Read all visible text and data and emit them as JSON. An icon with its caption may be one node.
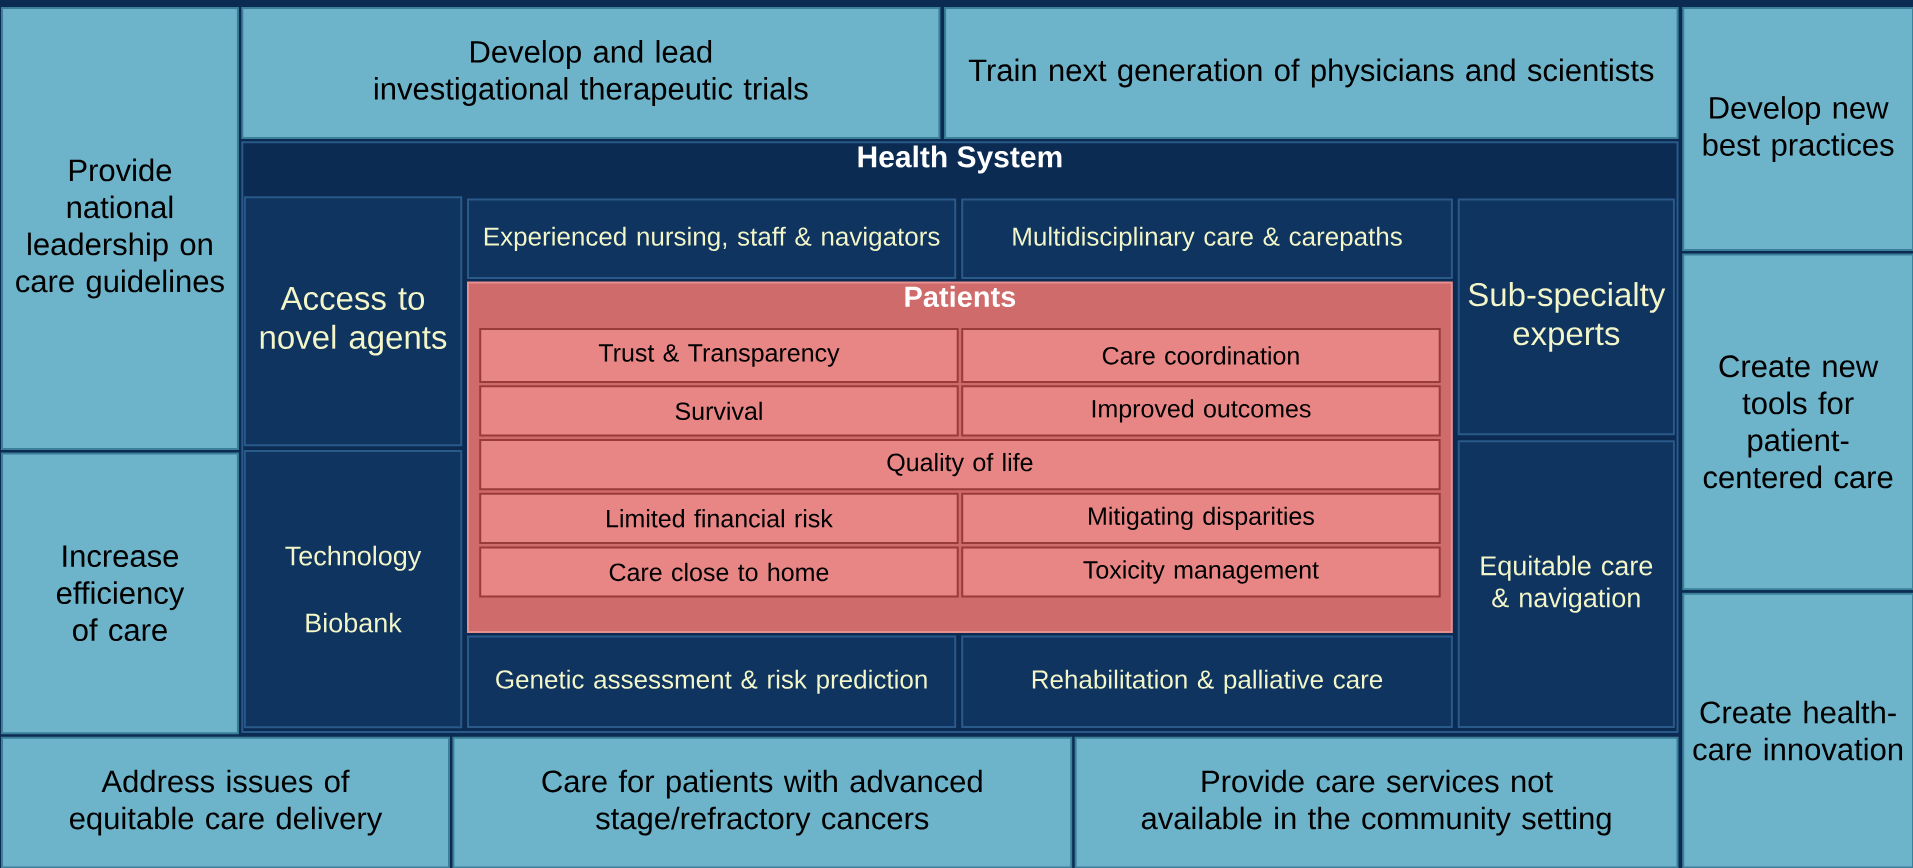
{
  "diagram": {
    "nodes": [
      {
        "text": [
          "Provide national leadership on care guidelines"
        ]
      },
      {
        "text": [
          "Develop and lead investigational therapeutic trials"
        ]
      },
      {
        "text": [
          "Train next generation of physicians and scientists"
        ]
      },
      {
        "text": [
          "Develop new best practices"
        ]
      },
      {
        "text": [
          "Health System"
        ]
      },
      {
        "text": [
          "Access to novel agents"
        ],
        "in": 4
      },
      {
        "text": [
          "Experienced nursing, staff & navigators"
        ],
        "in": 4
      },
      {
        "text": [
          "Multidisciplinary care & carepaths"
        ],
        "in": 4
      },
      {
        "text": [
          "Sub-specialty experts"
        ],
        "in": 4
      },
      {
        "text": [
          "Patients"
        ],
        "in": 4
      },
      {
        "text": [
          "Trust & Transparency"
        ],
        "in": 9
      },
      {
        "text": [
          "Care coordination"
        ],
        "in": 9
      },
      {
        "text": [
          "Survival"
        ],
        "in": 9
      },
      {
        "text": [
          "Improved outcomes"
        ],
        "in": 9
      },
      {
        "text": [
          "Quality of life"
        ],
        "in": 9
      },
      {
        "text": [
          "Limited financial risk"
        ],
        "in": 9
      },
      {
        "text": [
          "Mitigating disparities"
        ],
        "in": 9
      },
      {
        "text": [
          "Care close to home"
        ],
        "in": 9
      },
      {
        "text": [
          "Toxicity management"
        ],
        "in": 9
      },
      {
        "text": [
          "Technology",
          "Biobank"
        ],
        "in": 4
      },
      {
        "text": [
          "Equitable care & navigation"
        ],
        "in": 4
      },
      {
        "text": [
          "Create new tools for patient-centered care"
        ]
      },
      {
        "text": [
          "Genetic assessment & risk prediction"
        ],
        "in": 4
      },
      {
        "text": [
          "Rehabilitation & palliative care"
        ],
        "in": 4
      },
      {
        "text": [
          "Increase efficiency of care"
        ]
      },
      {
        "text": [
          "Create health-care innovation"
        ]
      },
      {
        "text": [
          "Address issues of equitable care delivery"
        ]
      },
      {
        "text": [
          "Care for patients with advanced stage/refractory cancers"
        ]
      },
      {
        "text": [
          "Provide care services not available in the community setting"
        ]
      }
    ]
  }
}
